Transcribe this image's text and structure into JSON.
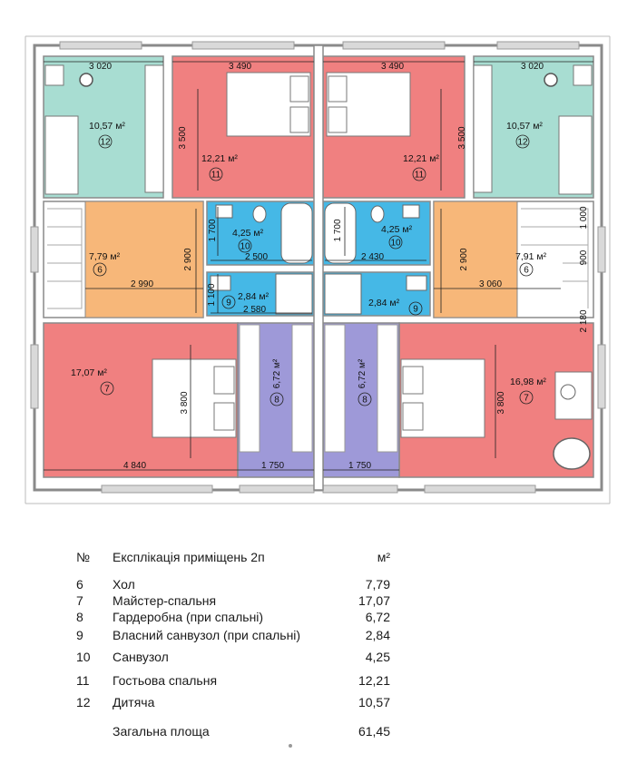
{
  "plan": {
    "dims": {
      "top_left_outer": "3 020",
      "top_left_inner": "3 490",
      "top_right_inner": "3 490",
      "top_right_outer": "3 020",
      "v_left_bed": "3 500",
      "v_right_bed": "3 500",
      "v_bath_l": "1 700",
      "v_bath_r": "1 700",
      "bath_l_w": "2 500",
      "bath_r_w": "2 430",
      "v_hall_l": "2 900",
      "v_hall_r": "2 900",
      "hall_l_w": "2 990",
      "hall_r_w": "3 060",
      "v_wc_l": "1 100",
      "wc_l_w": "2 580",
      "v_master_l": "3 800",
      "v_master_r": "3 800",
      "master_l_w": "4 840",
      "ward_l_w": "1 750",
      "ward_r_w": "1 750",
      "stair_r_1": "1 000",
      "stair_r_2": "900",
      "stair_r_3": "2 180"
    },
    "rooms": {
      "child_l": {
        "area": "10,57 м²",
        "num": "12"
      },
      "child_r": {
        "area": "10,57 м²",
        "num": "12"
      },
      "guest_l": {
        "area": "12,21 м²",
        "num": "11"
      },
      "guest_r": {
        "area": "12,21 м²",
        "num": "11"
      },
      "bath_l": {
        "area": "4,25 м²",
        "num": "10"
      },
      "bath_r": {
        "area": "4,25 м²",
        "num": "10"
      },
      "hall_l": {
        "area": "7,79 м²",
        "num": "6"
      },
      "hall_r": {
        "area": "7,91 м²",
        "num": "6"
      },
      "wc_l": {
        "area": "2,84 м²",
        "num": "9"
      },
      "wc_r": {
        "area": "2,84 м²",
        "num": "9"
      },
      "master_l": {
        "area": "17,07 м²",
        "num": "7"
      },
      "master_r": {
        "area": "16,98 м²",
        "num": "7"
      },
      "ward_l": {
        "area": "6,72 м²",
        "num": "8"
      },
      "ward_r": {
        "area": "6,72 м²",
        "num": "8"
      }
    },
    "colors": {
      "child": "#a8ddd2",
      "guest": "#f08080",
      "bath": "#45b8e6",
      "hall": "#f7b779",
      "wc": "#45b8e6",
      "master": "#f08080",
      "ward": "#9e99d8",
      "wall": "#8a8a8a",
      "window": "#c7c7c7"
    }
  },
  "explication": {
    "head_num": "№",
    "head_title": "Експлікація приміщень 2п",
    "head_unit": "м²",
    "rows": [
      {
        "num": "6",
        "name": "Хол",
        "area": "7,79"
      },
      {
        "num": "7",
        "name": "Майстер-спальня",
        "area": "17,07"
      },
      {
        "num": "8",
        "name": "Гардеробна (при спальні)",
        "area": "6,72"
      },
      {
        "num": "9",
        "name": "Власний санвузол (при спальні)",
        "area": "2,84"
      },
      {
        "num": "10",
        "name": "Санвузол",
        "area": "4,25"
      },
      {
        "num": "11",
        "name": "Гостьова спальня",
        "area": "12,21"
      },
      {
        "num": "12",
        "name": "Дитяча",
        "area": "10,57"
      }
    ],
    "total_label": "Загальна площа",
    "total_value": "61,45"
  }
}
